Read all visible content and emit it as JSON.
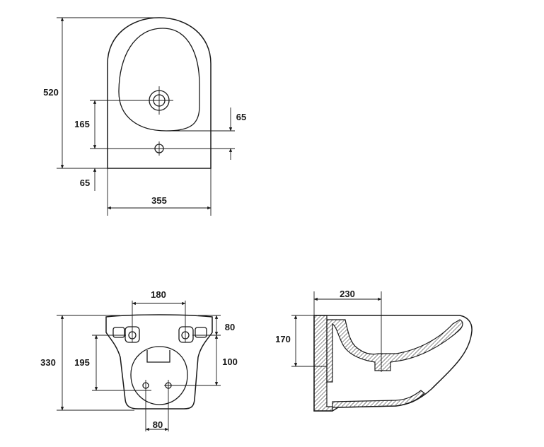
{
  "top_view": {
    "dim_length": "520",
    "dim_width": "355",
    "dim_holes_spacing": "165",
    "dim_right_offset": "65",
    "dim_bottom_offset": "65"
  },
  "front_view": {
    "dim_height": "330",
    "dim_bolt_spacing": "180",
    "dim_top_to_bolts": "80",
    "dim_bolts_to_inlet": "195",
    "dim_right_vertical": "100",
    "dim_inlet_spacing": "80"
  },
  "side_view": {
    "dim_depth": "230",
    "dim_height": "170"
  },
  "colors": {
    "line": "#1a1a1a",
    "background": "#ffffff"
  }
}
